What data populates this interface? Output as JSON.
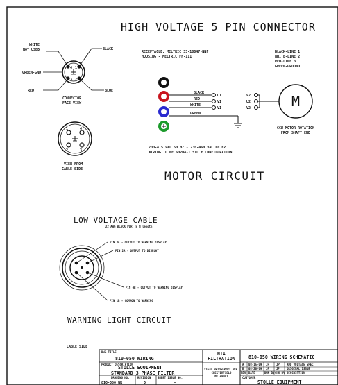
{
  "connector": {
    "title": "HIGH VOLTAGE 5 PIN CONNECTOR",
    "face_labels": {
      "white": "WHITE",
      "not_used": "NOT USED",
      "black": "BLACK",
      "green_gnd": "GREEN-GND",
      "red": "RED",
      "blue": "BLUE"
    },
    "pin_numbers": [
      "4",
      "1",
      "3",
      "2"
    ],
    "face_view_line1": "CONNECTOR",
    "face_view_line2": "FACE VIEW",
    "cable_pins": [
      "1",
      "4",
      "2",
      "3"
    ],
    "cable_view_line1": "VIEW FROM",
    "cable_view_line2": "CABLE SIDE"
  },
  "motor": {
    "receptacle_line1": "RECEPTACLE: MELTRIC 33-18047-NNF",
    "receptacle_line2": "HOUSING - MELTRIC FH-111",
    "legend": [
      "BLACK-LINE 1",
      "WHITE-LINE 2",
      "RED-LINE 3",
      "GREEN-GROUND"
    ],
    "wires": [
      "BLACK",
      "RED",
      "WHITE",
      "GREEN"
    ],
    "terminals": [
      "U1",
      "V1",
      "V1"
    ],
    "terminals_right": [
      "V2",
      "U2",
      "V2"
    ],
    "motor_symbol": "M",
    "rotation_line1": "CCW MOTOR ROTATION",
    "rotation_line2": "FROM SHAFT END",
    "voltage_line1": "200-415 VAC 50 HZ - 230-460 VAC 60 HZ",
    "voltage_line2": "WIRING TO NE 60204-1 STD   Y CONFIGURATION",
    "circuit_title": "MOTOR CIRCUIT"
  },
  "low_voltage": {
    "title": "LOW VOLTAGE CABLE",
    "subtitle": "22 AWG BLACK PUR, 5 M length",
    "pin_labels": [
      "PIN 3A - OUTPUT TO WARNING DISPLAY",
      "PIN 2A - OUTPUT TO DISPLAY",
      "PIN 4B - OUTPUT TO WARNING DISPLAY",
      "PIN 1B - COMMON TO WARNING"
    ],
    "circuit_title": "WARNING LIGHT CIRCUIT"
  },
  "footer": {
    "cable_side": "CABLE SIDE"
  },
  "title_block": {
    "dwg_title_label": "DWG TITLE",
    "dwg_title": "810-050  WIRING",
    "product_desc_label": "PRODUCT DESCRIPTION",
    "company": "STOLLE EQUIPMENT",
    "product": "STANDARD 3 PHASE FILTER",
    "drawing_no_label": "DRAWING NO.",
    "drawing_no": "810-050  WR",
    "revision_label": "REVISION",
    "revision": "0",
    "sheet_label": "SHEET  ISSUE NO.",
    "sheet": "—",
    "firm_line1": "HTI",
    "firm_line2": "FILTRATION",
    "address_line1": "11620 BRIDGEPORT AVE.",
    "address_line2": "CHESTERFIELD",
    "address_line3": "MI 48051",
    "schematic_title": "810-050  WIRING SCHEMATIC",
    "rev_rows": [
      [
        "A",
        "08-15-09",
        "JP",
        "JP",
        "ADD VOLTAGE SPEC"
      ],
      [
        "B",
        "08-20-09",
        "JP",
        "JP",
        "ORIGINAL ISSUE"
      ],
      [
        "REV",
        "DATE",
        "DWN BY",
        "CHK BY",
        "DESCRIPTION"
      ]
    ],
    "customer_label": "CUSTOMER",
    "customer": "STOLLE EQUIPMENT"
  }
}
